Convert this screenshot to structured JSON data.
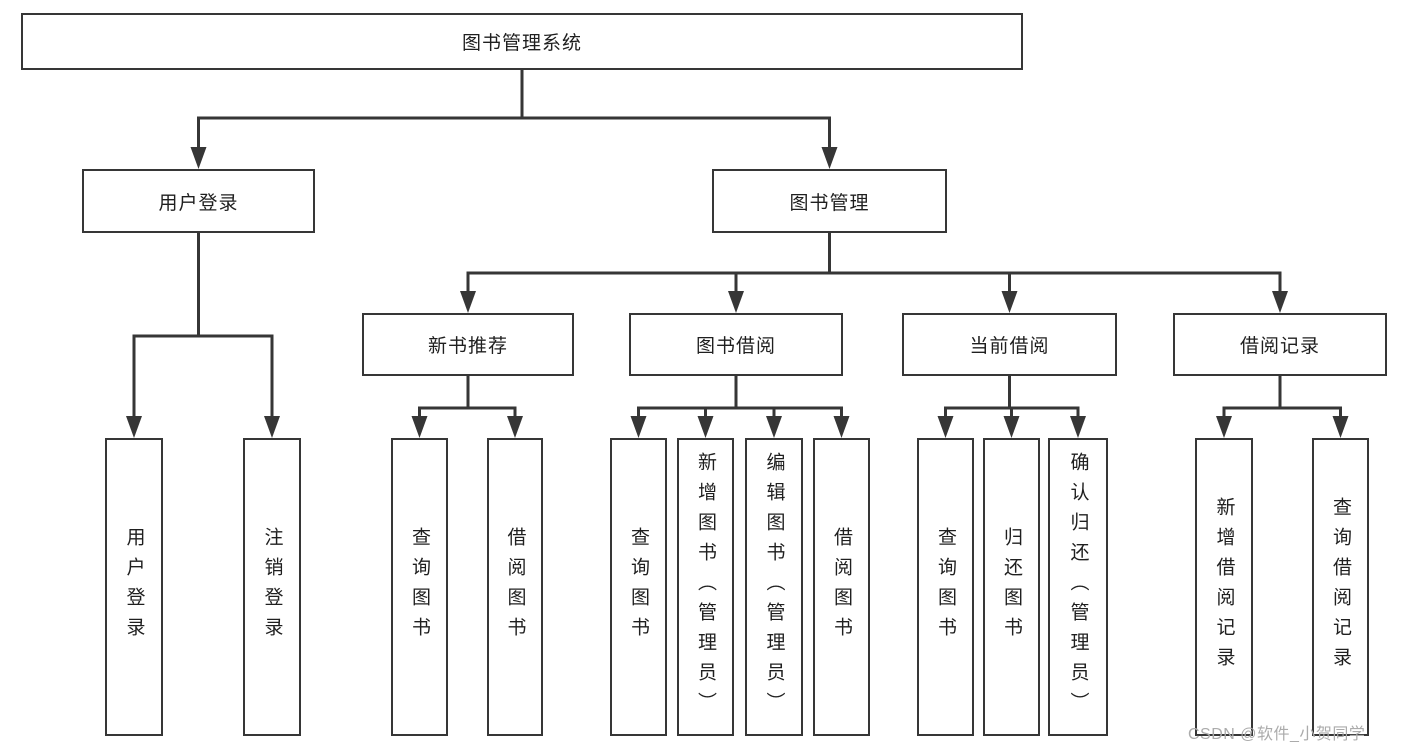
{
  "root": {
    "label": "图书管理系统"
  },
  "level2": {
    "user_login": {
      "label": "用户登录"
    },
    "book_mgmt": {
      "label": "图书管理"
    }
  },
  "level3": {
    "new_books": {
      "label": "新书推荐"
    },
    "borrow": {
      "label": "图书借阅"
    },
    "current": {
      "label": "当前借阅"
    },
    "records": {
      "label": "借阅记录"
    }
  },
  "leaves": {
    "user_login": {
      "label": "用户登录"
    },
    "logout": {
      "label": "注销登录"
    },
    "nb_query": {
      "label": "查询图书"
    },
    "nb_borrow": {
      "label": "借阅图书"
    },
    "bw_query": {
      "label": "查询图书"
    },
    "bw_add": {
      "label": "新增图书（管理员）"
    },
    "bw_edit": {
      "label": "编辑图书（管理员）"
    },
    "bw_borrow": {
      "label": "借阅图书"
    },
    "cur_query": {
      "label": "查询图书"
    },
    "cur_return": {
      "label": "归还图书"
    },
    "cur_confirm": {
      "label": "确认归还（管理员）"
    },
    "rec_add": {
      "label": "新增借阅记录"
    },
    "rec_query": {
      "label": "查询借阅记录"
    }
  },
  "watermark": {
    "text": "CSDN @软件_小贺同学"
  },
  "colors": {
    "line": "#363636",
    "text": "#1f1f1f",
    "watermark": "#ababab",
    "background": "#ffffff"
  }
}
